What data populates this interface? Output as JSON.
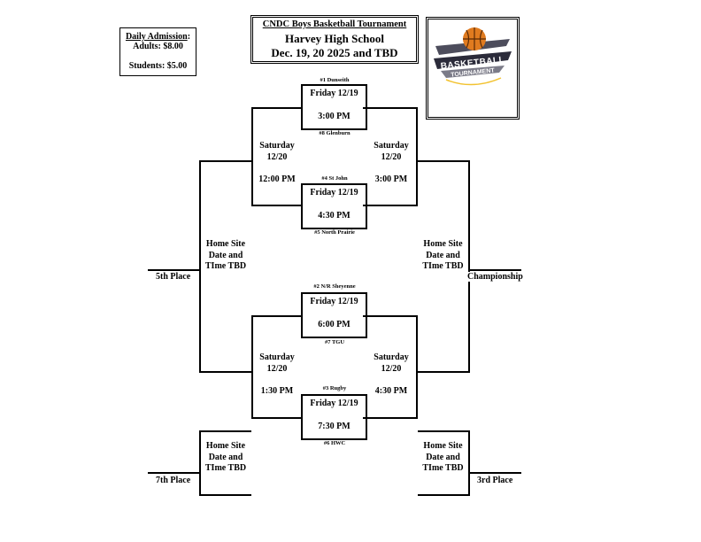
{
  "admission": {
    "heading": "Daily Admission",
    "heading_suffix": ":",
    "adults": "Adults: $8.00",
    "students": "Students: $5.00"
  },
  "title": {
    "line1": "CNDC Boys Basketball Tournament",
    "line2": "Harvey High School",
    "line3": "Dec. 19, 20 2025 and TBD"
  },
  "logo": {
    "word1": "BASKETBALL",
    "word2": "TOURNAMENT",
    "icon": "basketball-icon",
    "colors": {
      "ball": "#e07b1f",
      "banner": "#2b2b3a",
      "accent": "#f2c230"
    }
  },
  "games": {
    "g1": {
      "day": "Friday 12/19",
      "time": "3:00 PM",
      "top_seed": "#1 Dunseith",
      "bottom_seed": "#8 Glenburn"
    },
    "g2": {
      "day": "Friday 12/19",
      "time": "4:30 PM",
      "top_seed": "#4 St John",
      "bottom_seed": "#5 North Prairie"
    },
    "g3": {
      "day": "Friday 12/19",
      "time": "6:00 PM",
      "top_seed": "#2 N/R Sheyenne",
      "bottom_seed": "#7 TGU"
    },
    "g4": {
      "day": "Friday 12/19",
      "time": "7:30 PM",
      "top_seed": "#3 Rugby",
      "bottom_seed": "#6 HWC"
    }
  },
  "semis": {
    "top_left": {
      "day": "Saturday",
      "date": "12/20",
      "time": "12:00 PM"
    },
    "top_right": {
      "day": "Saturday",
      "date": "12/20",
      "time": "3:00 PM"
    },
    "bottom_left": {
      "day": "Saturday",
      "date": "12/20",
      "time": "1:30 PM"
    },
    "bottom_right": {
      "day": "Saturday",
      "date": "12/20",
      "time": "4:30 PM"
    }
  },
  "finals": {
    "fifth_place": {
      "line1": "Home Site",
      "line2": "Date and",
      "line3": "TIme TBD",
      "label": "5th Place"
    },
    "championship": {
      "line1": "Home Site",
      "line2": "Date and",
      "line3": "TIme TBD",
      "label": "Championship"
    },
    "seventh_place": {
      "line1": "Home Site",
      "line2": "Date and",
      "line3": "TIme TBD",
      "label": "7th Place"
    },
    "third_place": {
      "line1": "Home Site",
      "line2": "Date and",
      "line3": "TIme TBD",
      "label": "3rd Place"
    }
  }
}
